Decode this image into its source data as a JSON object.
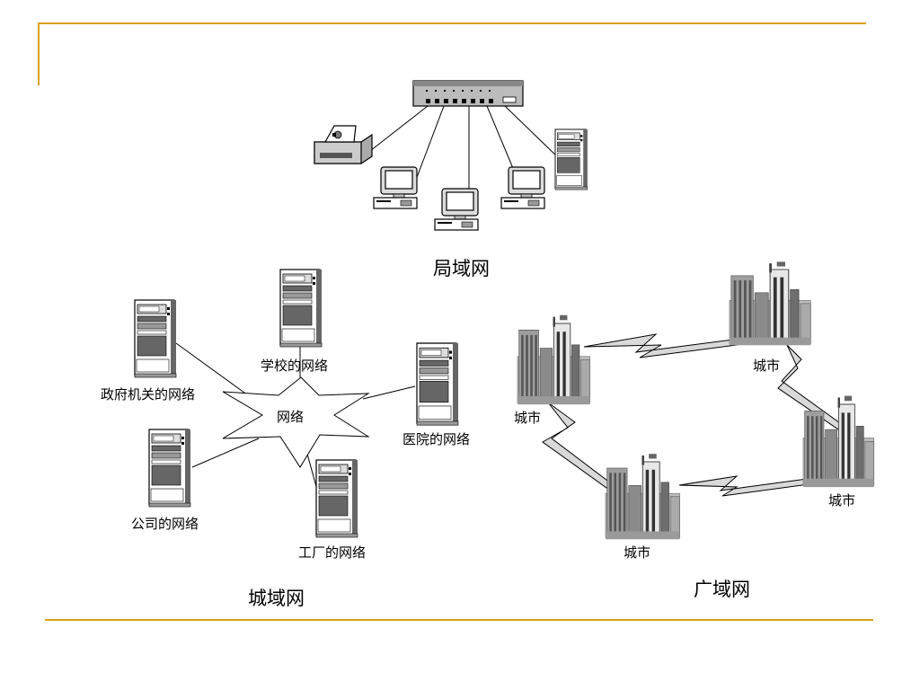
{
  "lan": {
    "caption": "局域网"
  },
  "man": {
    "caption": "城域网",
    "hub_label": "网络",
    "nodes": [
      "学校的网络",
      "政府机关的网络",
      "医院的网络",
      "公司的网络",
      "工厂的网络"
    ]
  },
  "wan": {
    "caption": "广域网",
    "cities": [
      "城市",
      "城市",
      "城市",
      "城市"
    ]
  },
  "colors": {
    "accent_rule": "#d9a21b"
  }
}
